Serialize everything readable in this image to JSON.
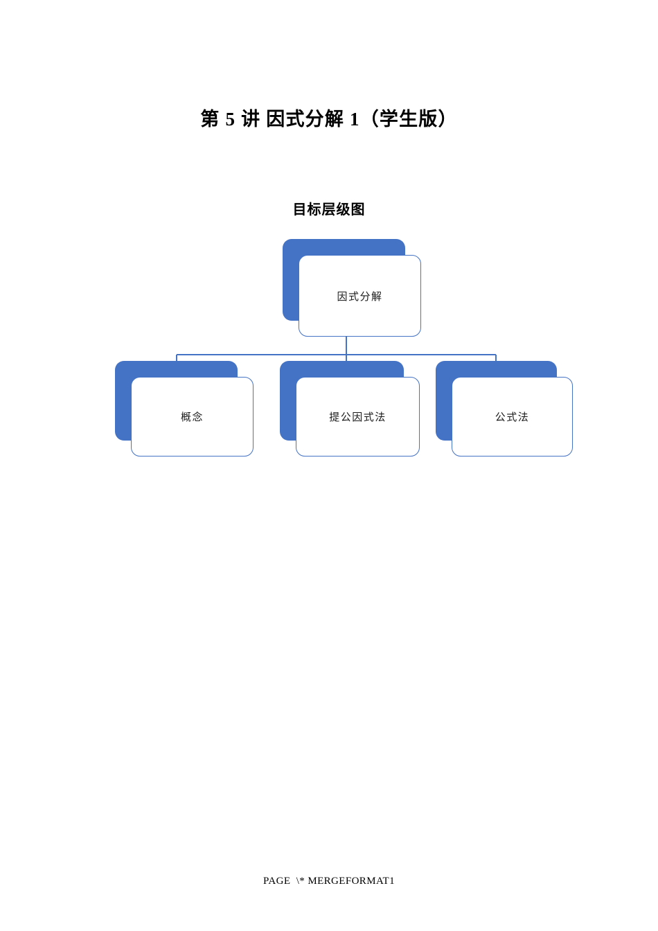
{
  "document": {
    "title": "第 5 讲 因式分解 1（学生版）",
    "section_heading": "目标层级图",
    "footer_text": "PAGE  \\* MERGEFORMAT1",
    "page_background": "#FFFFFF"
  },
  "diagram": {
    "accent_color": "#4472C4",
    "card_face_color": "#FFFFFF",
    "connector_color": "#4472C4",
    "root": {
      "label": "因式分解"
    },
    "children": [
      {
        "label": "概念"
      },
      {
        "label": "提公因式法"
      },
      {
        "label": "公式法"
      }
    ]
  }
}
